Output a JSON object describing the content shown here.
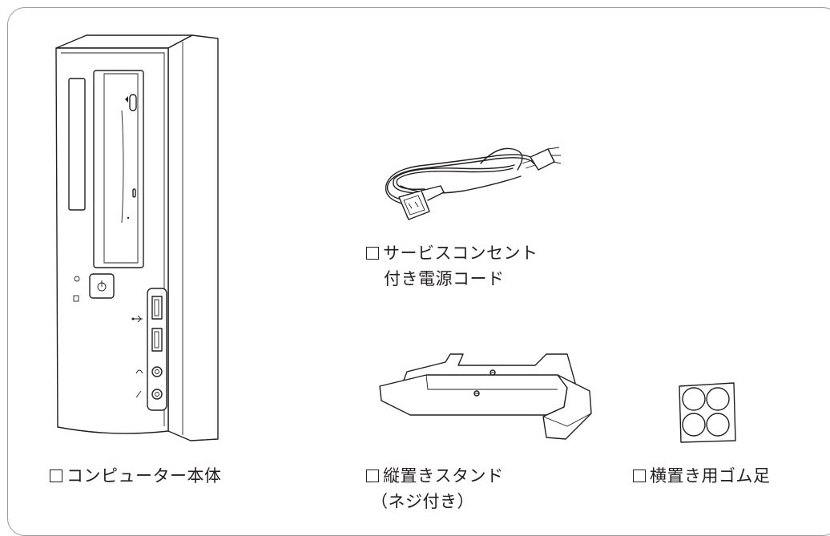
{
  "items": [
    {
      "lines": [
        "コンピューター本体"
      ]
    },
    {
      "lines": [
        "サービスコンセント",
        "付き電源コード"
      ]
    },
    {
      "lines": [
        "縦置きスタンド",
        "（ネジ付き）"
      ]
    },
    {
      "lines": [
        "横置き用ゴム足"
      ]
    }
  ],
  "colors": {
    "border": "#9a9a9a",
    "ink": "#231f20"
  }
}
